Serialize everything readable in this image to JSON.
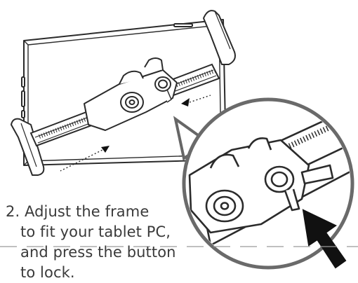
{
  "step": {
    "line1": "2. Adjust the frame",
    "line2": "to fit your tablet PC,",
    "line3": "and press the button",
    "line4": "to lock."
  },
  "colors": {
    "line": "#2b2b2b",
    "text": "#3a3a3a",
    "arrow": "#111111",
    "guide": "#9a9a9a"
  },
  "icons": {
    "arrow": "filled-arrow-icon"
  }
}
